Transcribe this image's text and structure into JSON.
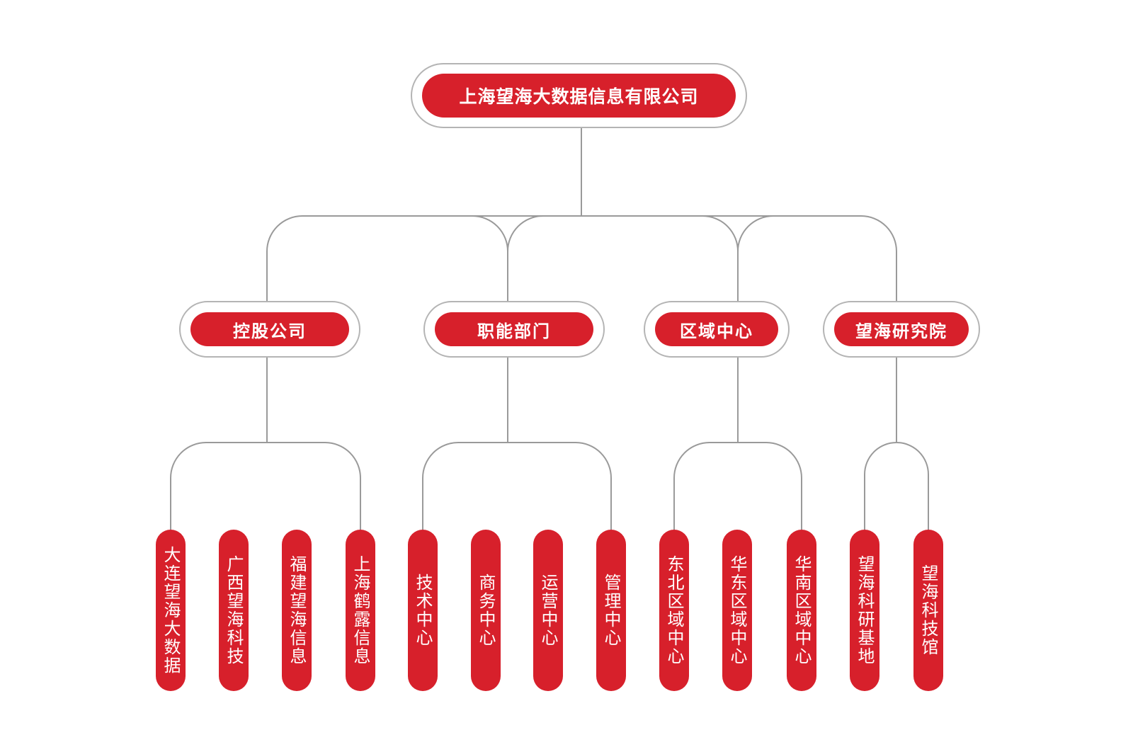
{
  "root": {
    "label": "上海望海大数据信息有限公司"
  },
  "branches": [
    {
      "label": "控股公司",
      "children": [
        "大连望海大数据",
        "广西望海科技",
        "福建望海信息",
        "上海鹤露信息"
      ]
    },
    {
      "label": "职能部门",
      "children": [
        "技术中心",
        "商务中心",
        "运营中心",
        "管理中心"
      ]
    },
    {
      "label": "区域中心",
      "children": [
        "东北区域中心",
        "华东区域中心",
        "华南区域中心"
      ]
    },
    {
      "label": "望海研究院",
      "children": [
        "望海科研基地",
        "望海科技馆"
      ]
    }
  ],
  "colors": {
    "node_fill": "#d7202b",
    "node_text": "#ffffff",
    "outline": "#b4b4b4",
    "connector": "#9a9a9a",
    "background": "#ffffff"
  }
}
